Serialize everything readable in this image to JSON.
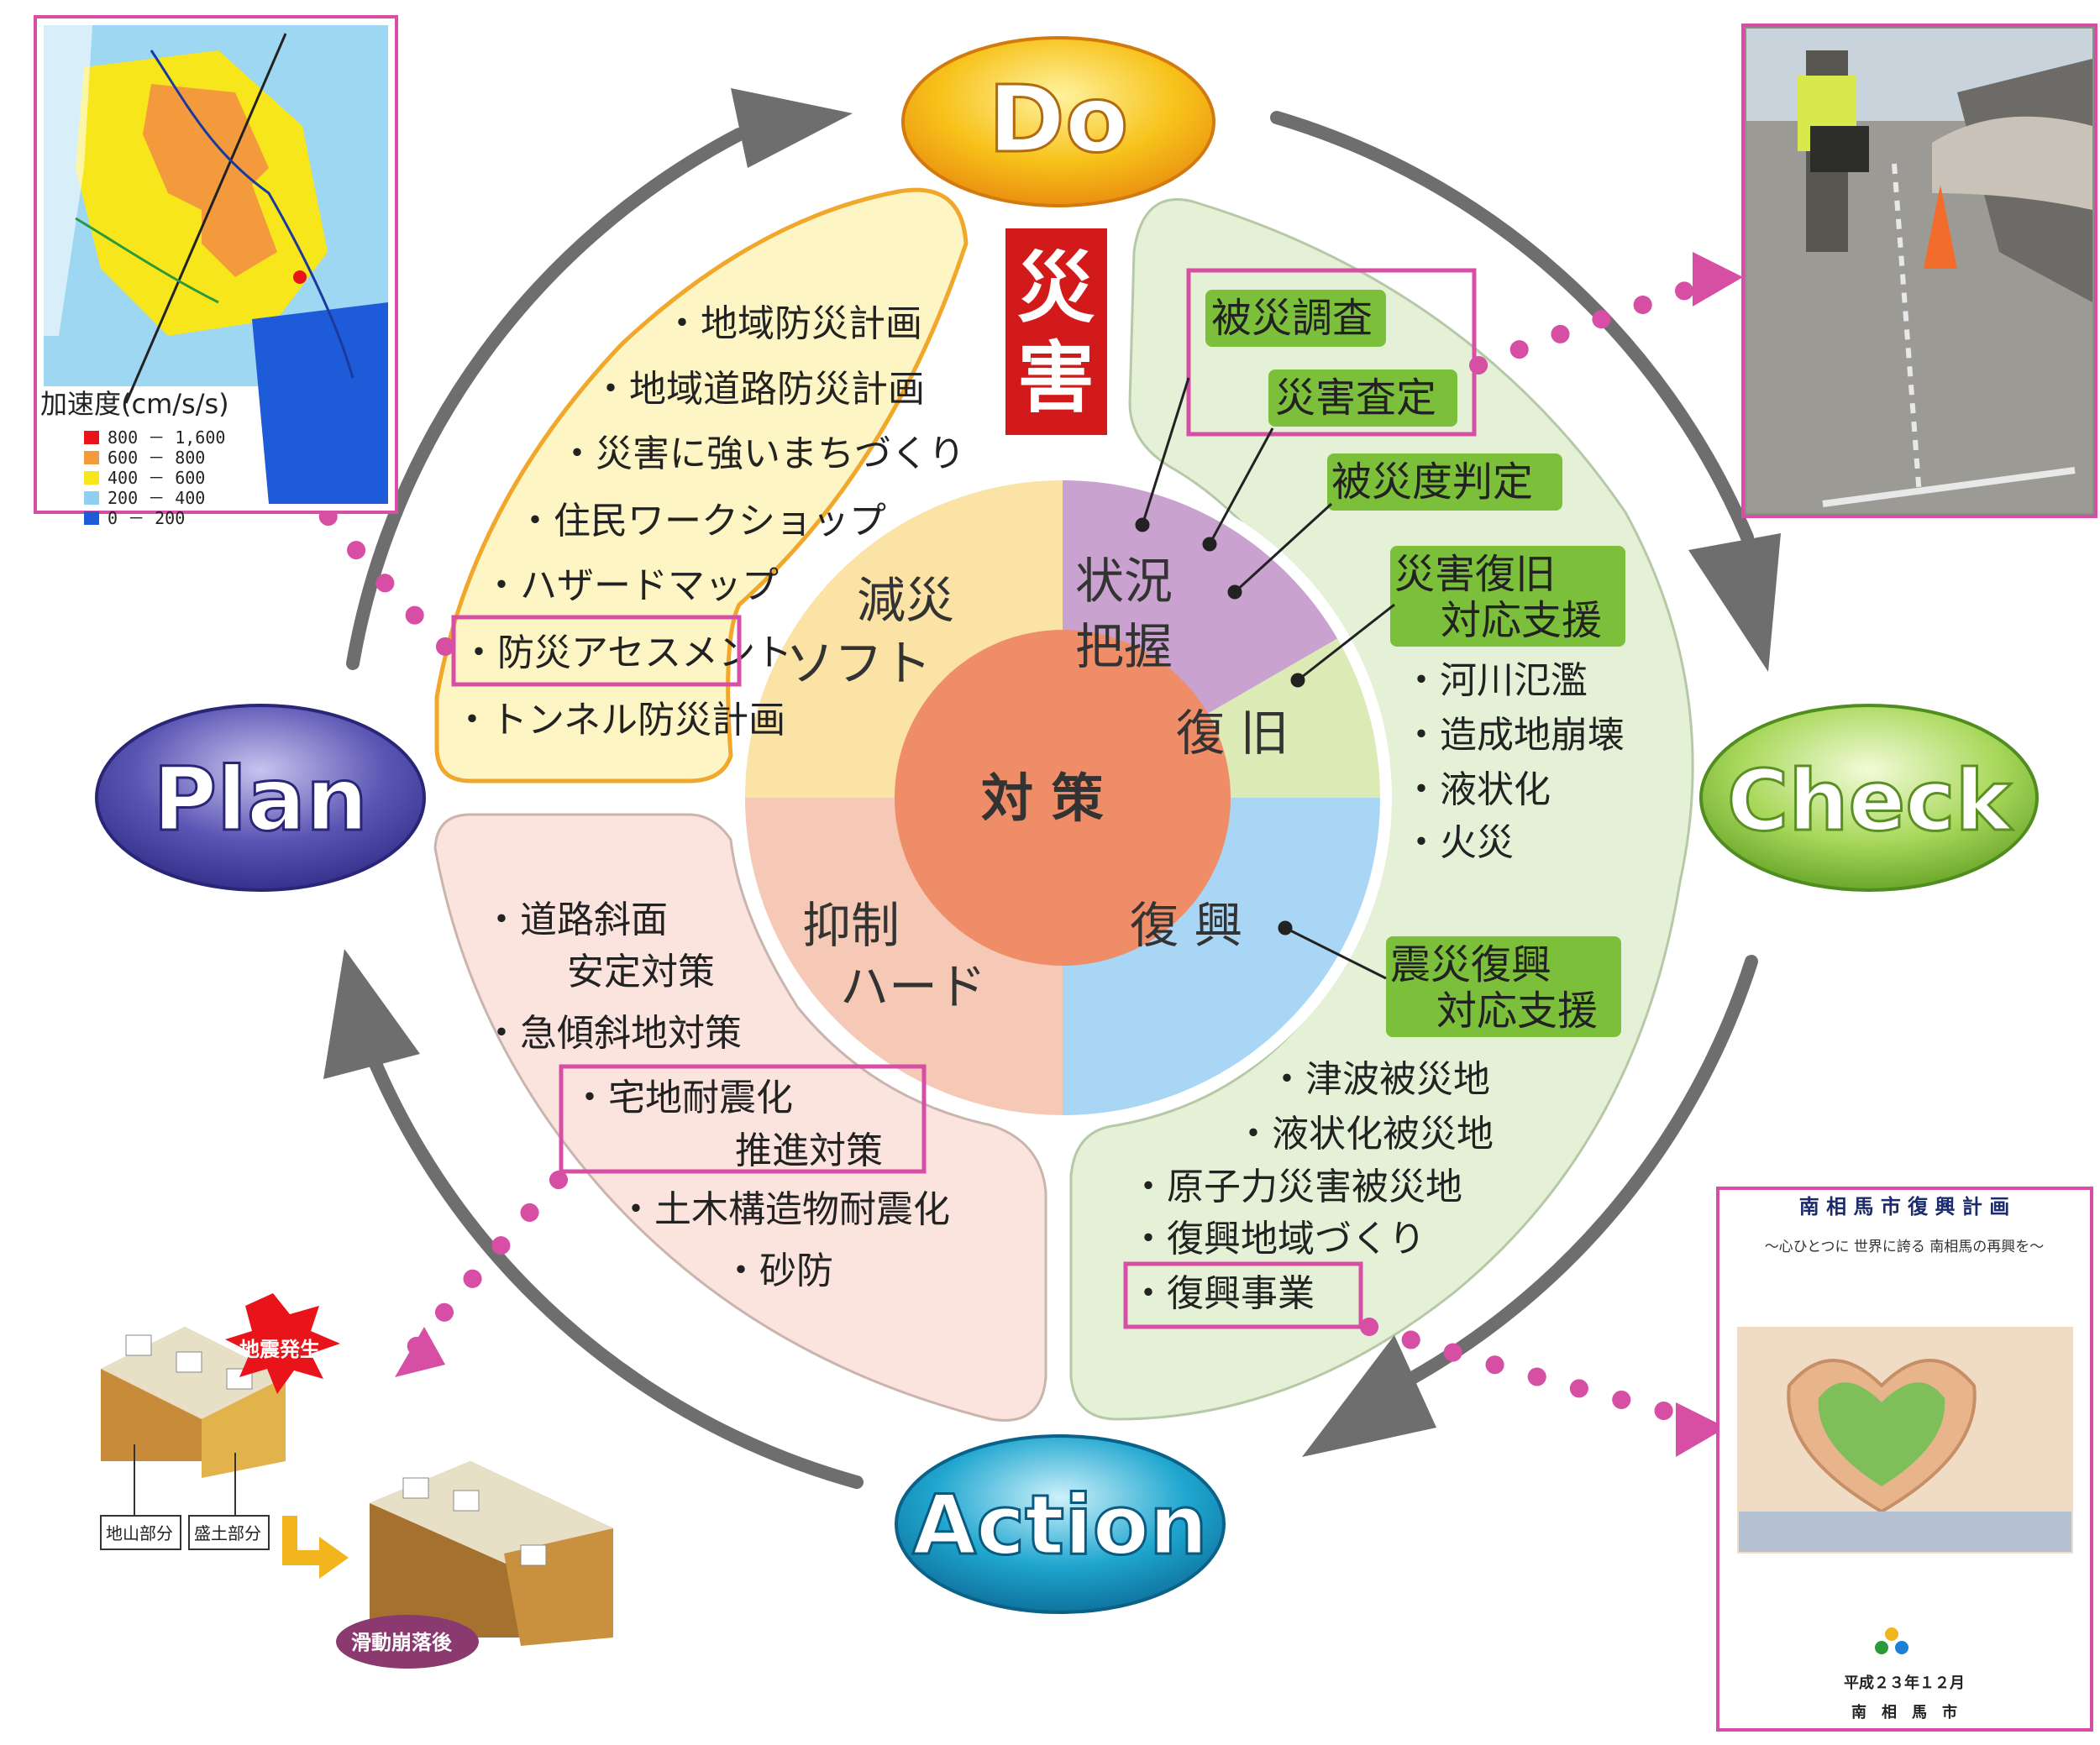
{
  "pdca": {
    "do": "Do",
    "check": "Check",
    "action": "Action",
    "plan": "Plan"
  },
  "disaster_label": [
    "災",
    "害"
  ],
  "center": {
    "label": "対 策"
  },
  "quadrants": {
    "soft": [
      "減災",
      "ソフト"
    ],
    "situation": [
      "状況",
      "把握"
    ],
    "restore": "復 旧",
    "recovery": "復 興",
    "hard": [
      "抑制",
      "ハード"
    ]
  },
  "soft_list": [
    "・地域防災計画",
    "・地域道路防災計画",
    "・災害に強いまちづくり",
    "・住民ワークショップ",
    "・ハザードマップ",
    "・防災アセスメント",
    "・トンネル防災計画"
  ],
  "green_tags": {
    "survey": "被災調査",
    "assessment": "災害査定",
    "damage_judgement": "被災度判定",
    "restore_support": [
      "災害復旧",
      "対応支援"
    ],
    "recovery_support": [
      "震災復興",
      "対応支援"
    ]
  },
  "restore_list": [
    "・河川氾濫",
    "・造成地崩壊",
    "・液状化",
    "・火災"
  ],
  "recovery_list": [
    "・津波被災地",
    "・液状化被災地",
    "・原子力災害被災地",
    "・復興地域づくり",
    "・復興事業"
  ],
  "hard_list": [
    "・道路斜面",
    "安定対策",
    "・急傾斜地対策",
    "・宅地耐震化",
    "推進対策",
    "・土木構造物耐震化",
    "・砂防"
  ],
  "map_legend": {
    "title": "加速度(cm/s/s)",
    "items": [
      {
        "label": "800 － 1,600",
        "color": "#e8141a"
      },
      {
        "label": "600 －   800",
        "color": "#f29a3c"
      },
      {
        "label": "400 －   600",
        "color": "#f7e61c"
      },
      {
        "label": "200 －   400",
        "color": "#8fd0f0"
      },
      {
        "label": "  0 －   200",
        "color": "#1e5bd8"
      }
    ]
  },
  "landslide": {
    "quake": "地震発生",
    "ground_cut": "地山部分",
    "ground_fill": "盛土部分",
    "after": "滑動崩落後"
  },
  "report": {
    "title": "南 相 馬 市 復 興 計 画",
    "subtitle": "～心ひとつに 世界に誇る 南相馬の再興を～",
    "date": "平成２３年１２月",
    "author": "南　相　馬　市"
  },
  "colors": {
    "soft_quad": "#fbe3a6",
    "situation_quad": "#c9a2d0",
    "restore_quad": "#dceab6",
    "recovery_quad": "#a9d6f5",
    "hard_quad": "#f5c9b5",
    "center": "#ee8d67",
    "tag_green": "#7cbf3a",
    "highlight": "#d64fa5",
    "arrow": "#6e6e6e"
  }
}
